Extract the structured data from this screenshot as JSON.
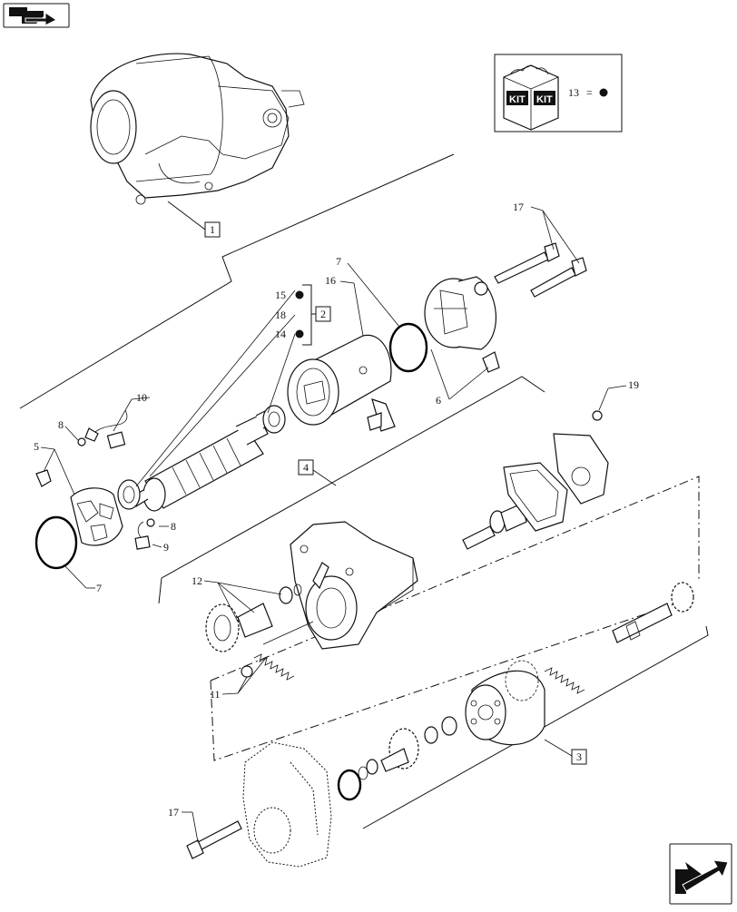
{
  "kit_legend": {
    "badge_text_1": "KIT",
    "badge_text_2": "KIT",
    "ref": "13",
    "equals": "="
  },
  "callouts": {
    "c1": "1",
    "c2": "2",
    "c3": "3",
    "c4": "4",
    "c5": "5",
    "c6": "6",
    "c7a": "7",
    "c7b": "7",
    "c8a": "8",
    "c8b": "8",
    "c9": "9",
    "c10": "10",
    "c11": "11",
    "c12": "12",
    "c14": "14",
    "c15": "15",
    "c16": "16",
    "c17a": "17",
    "c17b": "17",
    "c18": "18",
    "c19": "19"
  },
  "icons": {
    "top_nav": "prev-page-arrow-icon",
    "bottom_nav": "next-page-arrow-icon",
    "kit_bullet": "filled-circle-bullet"
  }
}
